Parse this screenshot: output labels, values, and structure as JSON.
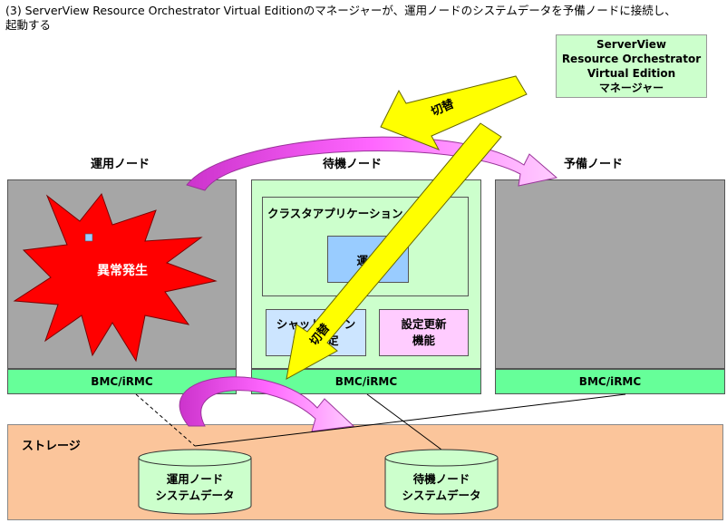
{
  "caption": "(3) ServerView Resource Orchestrator Virtual Editionのマネージャーが、運用ノードのシステムデータを予備ノードに接続し、\n起動する",
  "manager": {
    "lines": [
      "ServerView",
      "Resource Orchestrator",
      "Virtual Edition",
      "マネージャー"
    ]
  },
  "nodes": {
    "active": {
      "title": "運用ノード",
      "bmc": "BMC/iRMC",
      "alert": "異常発生"
    },
    "standby": {
      "title": "待機ノード",
      "bmc": "BMC/iRMC",
      "cluster_app": "クラスタアプリケーション",
      "operation": "運用",
      "shutdown": "シャットダウン機能設定",
      "settings_update": "設定更新機能"
    },
    "spare": {
      "title": "予備ノード",
      "bmc": "BMC/iRMC"
    }
  },
  "switch_labels": {
    "top": "切替",
    "diagonal": "切替"
  },
  "storage": {
    "label": "ストレージ",
    "active_data": [
      "運用ノード",
      "システムデータ"
    ],
    "standby_data": [
      "待機ノード",
      "システムデータ"
    ]
  },
  "colors": {
    "node_gray": "#a6a6a6",
    "standby_bg": "#ccffcc",
    "bmc_green": "#66ff99",
    "alert_red": "#ff0000",
    "arrow_yellow": "#ffff00",
    "arrow_magenta": "#ff66ff",
    "op_blue": "#99ccff",
    "shutdown_blue": "#cce5ff",
    "settings_pink": "#ffccff",
    "storage_orange": "#fbc59b",
    "db_green": "#ccffcc"
  }
}
